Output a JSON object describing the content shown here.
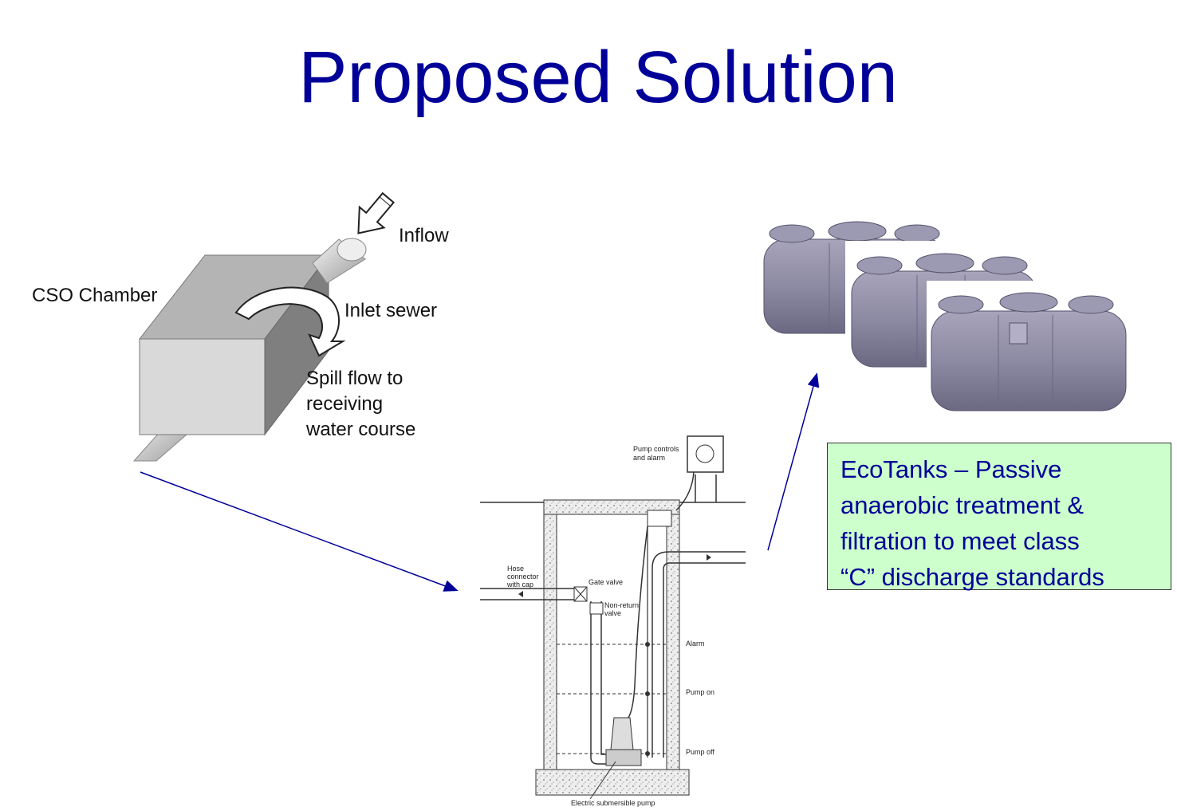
{
  "slide": {
    "title": "Proposed Solution"
  },
  "cso": {
    "chamber_label": "CSO Chamber",
    "inflow_label": "Inflow",
    "inlet_label": "Inlet sewer",
    "spill_lines": [
      "Spill flow to",
      "receiving",
      "water course"
    ]
  },
  "pump": {
    "controls_lines": [
      "Pump controls",
      "and alarm"
    ],
    "hose_lines": [
      "Hose",
      "connector",
      "with cap"
    ],
    "gate_valve": "Gate valve",
    "nonreturn_lines": [
      "Non-return",
      "valve"
    ],
    "alarm": "Alarm",
    "pump_on": "Pump on",
    "pump_off": "Pump off",
    "pump_name": "Electric submersible pump"
  },
  "ecotanks": {
    "lines": [
      "EcoTanks – Passive",
      "anaerobic treatment &",
      "filtration to meet class",
      "“C” discharge standards"
    ]
  },
  "colors": {
    "title": "#000099",
    "arrow": "#000099",
    "box_fill": "#ccffcc",
    "tank": "#8d8aa3"
  }
}
